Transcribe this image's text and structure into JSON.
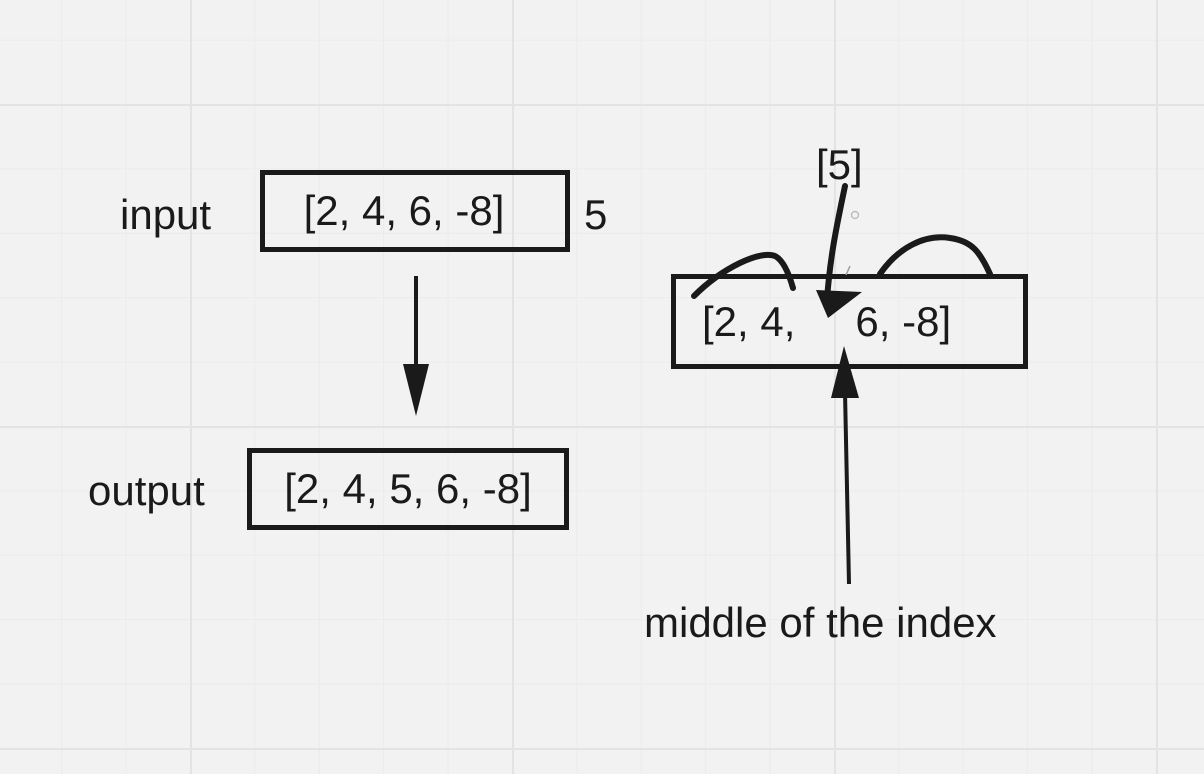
{
  "left_diagram": {
    "input_label": "input",
    "input_array": "[2, 4, 6, -8]",
    "input_value": "5",
    "output_label": "output",
    "output_array": "[2, 4, 5, 6, -8]"
  },
  "right_diagram": {
    "insert_value": "[5]",
    "array_first": "[2,  4,",
    "array_rest": "6,  -8]",
    "middle_label": "middle of the index"
  },
  "colors": {
    "background": "#f2f2f2",
    "grid": "#e3e3e3",
    "ink": "#1a1a1a"
  }
}
